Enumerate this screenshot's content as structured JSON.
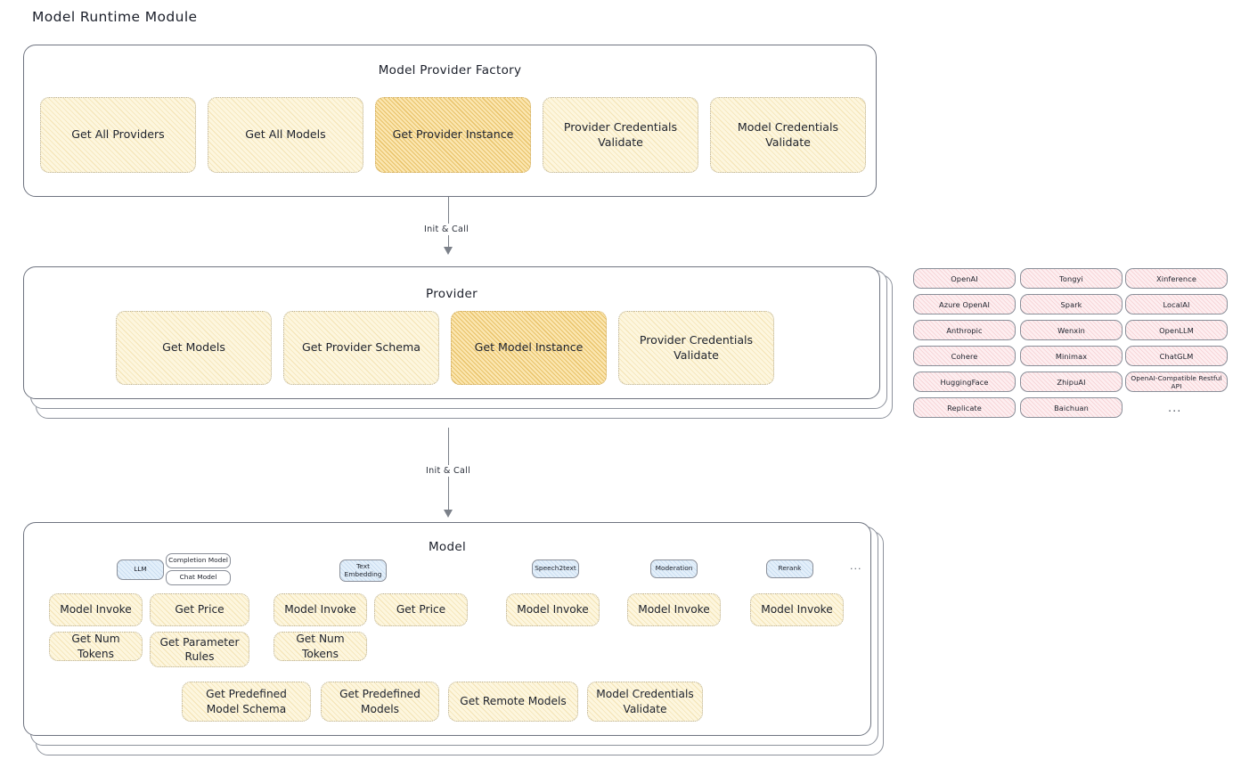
{
  "page": {
    "title": "Model Runtime Module"
  },
  "factory": {
    "title": "Model Provider Factory",
    "methods": [
      {
        "label": "Get All Providers",
        "highlight": false
      },
      {
        "label": "Get All Models",
        "highlight": false
      },
      {
        "label": "Get Provider Instance",
        "highlight": true
      },
      {
        "label": "Provider Credentials Validate",
        "highlight": false
      },
      {
        "label": "Model Credentials Validate",
        "highlight": false
      }
    ]
  },
  "connector1": {
    "label": "Init & Call"
  },
  "provider": {
    "title": "Provider",
    "methods": [
      {
        "label": "Get Models",
        "highlight": false
      },
      {
        "label": "Get Provider Schema",
        "highlight": false
      },
      {
        "label": "Get Model Instance",
        "highlight": true
      },
      {
        "label": "Provider Credentials Validate",
        "highlight": false
      }
    ]
  },
  "connector2": {
    "label": "Init & Call"
  },
  "provider_list": {
    "columns": [
      [
        "OpenAI",
        "Azure OpenAI",
        "Anthropic",
        "Cohere",
        "HuggingFace",
        "Replicate"
      ],
      [
        "Tongyi",
        "Spark",
        "Wenxin",
        "Minimax",
        "ZhipuAI",
        "Baichuan"
      ],
      [
        "Xinference",
        "LocalAI",
        "OpenLLM",
        "ChatGLM",
        "OpenAI-Compatible Restful API"
      ]
    ],
    "more": "..."
  },
  "model": {
    "title": "Model",
    "more": "...",
    "groups": [
      {
        "badge": "LLM",
        "sub_badges": [
          "Completion Model",
          "Chat Model"
        ],
        "methods": [
          {
            "label": "Model Invoke",
            "highlight": true
          },
          {
            "label": "Get Price",
            "highlight": false
          },
          {
            "label": "Get Num Tokens",
            "highlight": false
          },
          {
            "label": "Get Parameter Rules",
            "highlight": false
          }
        ]
      },
      {
        "badge": "Text Embedding",
        "sub_badges": [],
        "methods": [
          {
            "label": "Model Invoke",
            "highlight": true
          },
          {
            "label": "Get Price",
            "highlight": false
          },
          {
            "label": "Get Num Tokens",
            "highlight": false
          }
        ]
      },
      {
        "badge": "Speech2text",
        "sub_badges": [],
        "methods": [
          {
            "label": "Model Invoke",
            "highlight": false
          }
        ]
      },
      {
        "badge": "Moderation",
        "sub_badges": [],
        "methods": [
          {
            "label": "Model Invoke",
            "highlight": false
          }
        ]
      },
      {
        "badge": "Rerank",
        "sub_badges": [],
        "methods": [
          {
            "label": "Model Invoke",
            "highlight": false
          }
        ]
      }
    ],
    "common_methods": [
      {
        "label": "Get Predefined Model Schema"
      },
      {
        "label": "Get Predefined Models"
      },
      {
        "label": "Get Remote Models"
      },
      {
        "label": "Model Credentials Validate"
      }
    ]
  },
  "colors": {
    "box_fill": "#fdf6de",
    "box_fill_highlight": "#fbe6b0",
    "provider_chip_fill": "#fdeef0",
    "badge_fill": "#e3effa",
    "stroke": "#6f7480"
  }
}
